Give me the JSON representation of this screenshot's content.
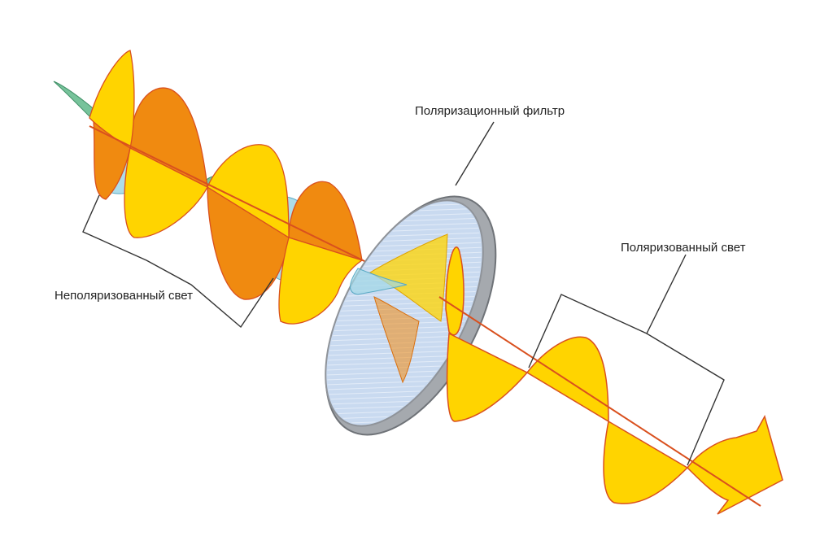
{
  "labels": {
    "filter": "Поляризационный фильтр",
    "polarized": "Поляризованный свет",
    "unpolarized": "Неполяризованный свет"
  },
  "colors": {
    "yellow": "#ffd400",
    "orange": "#f08a10",
    "green": "#5fb98a",
    "cyan": "#9fd7e6",
    "outline": "#d9501e",
    "filter_face": "#c9daf0",
    "filter_rim": "#8f9399",
    "bracket": "#333333"
  }
}
